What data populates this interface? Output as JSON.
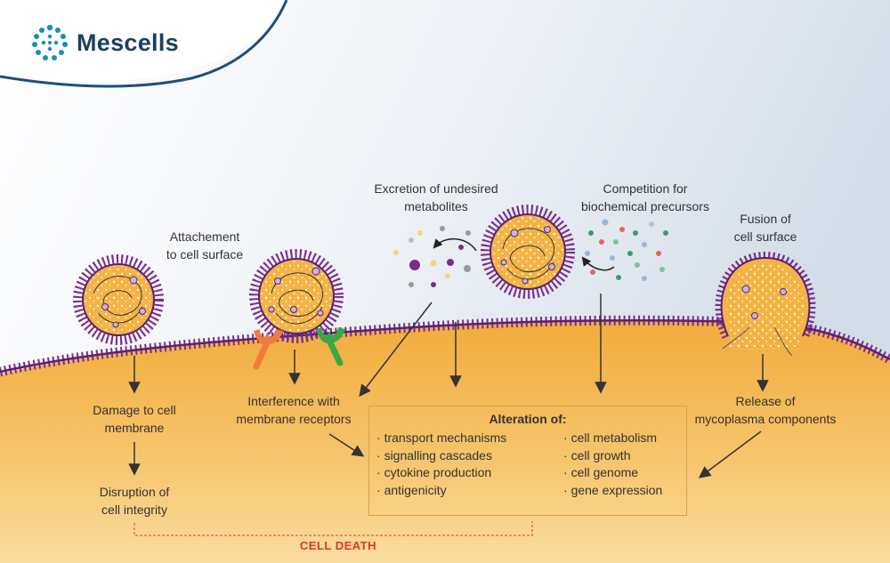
{
  "brand": {
    "name": "Mescells"
  },
  "labels": {
    "attachment": [
      "Attachement",
      "to cell surface"
    ],
    "excretion": [
      "Excretion of undesired",
      "metabolites"
    ],
    "competition": [
      "Competition for",
      "biochemical precursors"
    ],
    "fusion": [
      "Fusion of",
      "cell surface"
    ],
    "damage": [
      "Damage to cell",
      "membrane"
    ],
    "disruption": [
      "Disruption of",
      "cell integrity"
    ],
    "interference": [
      "Interference with",
      "membrane receptors"
    ],
    "release": [
      "Release of",
      "mycoplasma components"
    ]
  },
  "alteration": {
    "title": "Alteration of:",
    "left": [
      "transport mechanisms",
      "signalling cascades",
      "cytokine production",
      "antigenicity"
    ],
    "right": [
      "cell metabolism",
      "cell growth",
      "cell genome",
      "gene expression"
    ]
  },
  "cell_death": "CELL DEATH",
  "colors": {
    "membrane": "#6b2a84",
    "cytoplasm": "#f3b54e",
    "mycoplasma_fill": "#f4b344",
    "brand_teal": "#1a8fb3",
    "brand_navy": "#1b3f5f",
    "death_red": "#d83a2a",
    "receptor_orange": "#f07b3c",
    "receptor_green": "#39a845"
  }
}
